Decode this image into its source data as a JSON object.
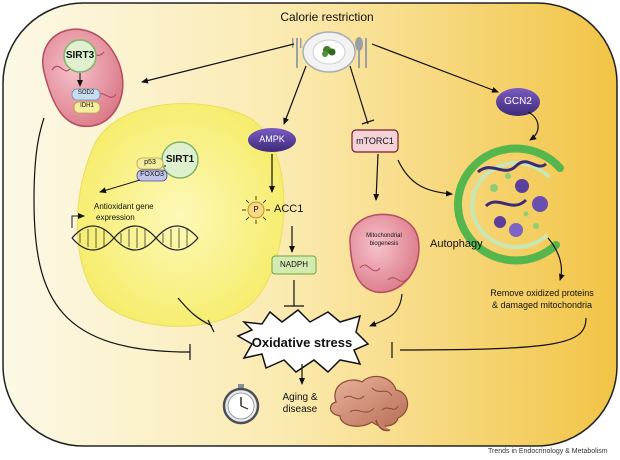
{
  "title": "Calorie restriction",
  "nodes": {
    "sirt3": "SIRT3",
    "sod2": "SOD2",
    "idh1": "IDH1",
    "sirt1": "SIRT1",
    "p53": "p53",
    "foxo3": "FOXO3",
    "antioxidant_line1": "Antioxidant gene",
    "antioxidant_line2": "expression",
    "ampk": "AMPK",
    "p": "P",
    "acc1": "ACC1",
    "nadph": "NADPH",
    "mtorc1": "mTORC1",
    "mito_bio_line1": "Mitochondrial",
    "mito_bio_line2": "biogenesis",
    "gcn2": "GCN2",
    "autophagy": "Autophagy",
    "remove_line1": "Remove oxidized proteins",
    "remove_line2": "& damaged mitochondria",
    "oxidative_stress": "Oxidative stress",
    "aging_line1": "Aging &",
    "aging_line2": "disease"
  },
  "credit": "Trends in Endocrinology & Metabolism",
  "colors": {
    "bg_left": "#fbf7e3",
    "bg_right": "#f4c94e",
    "sirt_green": "#d9efc3",
    "sirt_stroke": "#7fb36a",
    "mito": "#e59aa6",
    "mito_dark": "#c05a6c",
    "purple": "#5b3f9c",
    "nadph_green": "#cfe8a5",
    "yellow_blob": "#fbf27a",
    "autophagy_ring": "#55b64e"
  },
  "icons": [
    "plate-with-cutlery-icon",
    "mitochondrion-icon",
    "dna-helix-icon",
    "pocket-watch-icon",
    "brain-icon"
  ]
}
